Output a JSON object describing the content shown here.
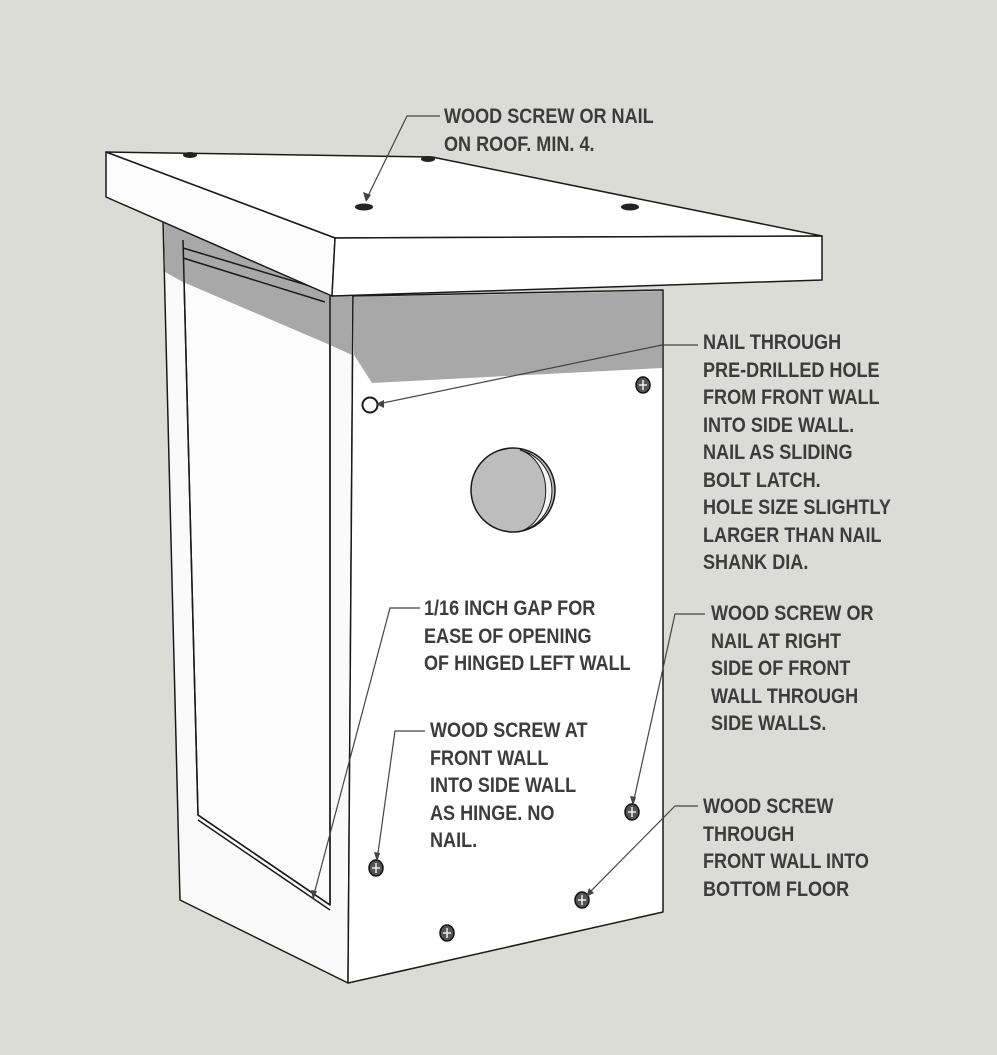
{
  "colors": {
    "background": "#dcdcd6",
    "text": "#3c3c3c",
    "shadow": "#a8a8a8",
    "wood": "#ffffff",
    "line": "#1a1a1a"
  },
  "annotations": [
    {
      "id": "roof-screws",
      "lines": [
        "WOOD SCREW OR NAIL",
        "ON ROOF. MIN. 4."
      ]
    },
    {
      "id": "nail-latch",
      "lines": [
        "NAIL THROUGH",
        "PRE-DRILLED HOLE",
        "FROM FRONT WALL",
        "INTO SIDE WALL.",
        "NAIL AS SLIDING",
        "BOLT LATCH.",
        "HOLE SIZE SLIGHTLY",
        "LARGER THAN NAIL",
        "SHANK DIA."
      ]
    },
    {
      "id": "gap",
      "lines": [
        "1/16 INCH GAP FOR",
        "EASE OF OPENING",
        "OF HINGED LEFT WALL"
      ]
    },
    {
      "id": "hinge-screw",
      "lines": [
        "WOOD SCREW AT",
        "FRONT WALL",
        "INTO SIDE WALL",
        "AS HINGE. NO",
        "NAIL."
      ]
    },
    {
      "id": "right-screw",
      "lines": [
        "WOOD SCREW OR",
        "NAIL AT RIGHT",
        "SIDE OF FRONT",
        "WALL THROUGH",
        "SIDE WALLS."
      ]
    },
    {
      "id": "floor-screw",
      "lines": [
        "WOOD SCREW",
        "THROUGH",
        "FRONT WALL INTO",
        "BOTTOM FLOOR"
      ]
    }
  ]
}
